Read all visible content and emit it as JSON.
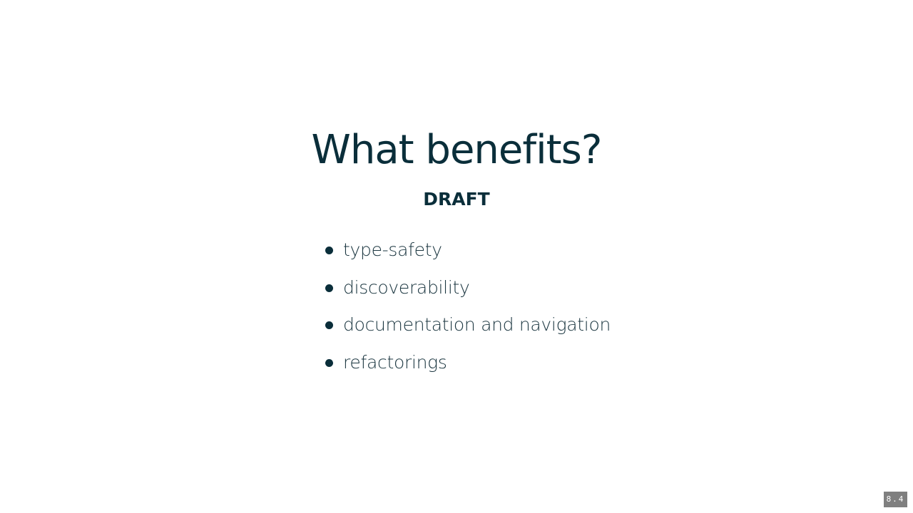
{
  "slide": {
    "title": "What benefits?",
    "subtitle": "DRAFT",
    "bullets": [
      "type-safety",
      "discoverability",
      "documentation and navigation",
      "refactorings"
    ],
    "slide_number": "8.4"
  },
  "colors": {
    "text": "#0a2e3a",
    "background": "#ffffff",
    "slide_number_bg": "#7f7f7f"
  }
}
